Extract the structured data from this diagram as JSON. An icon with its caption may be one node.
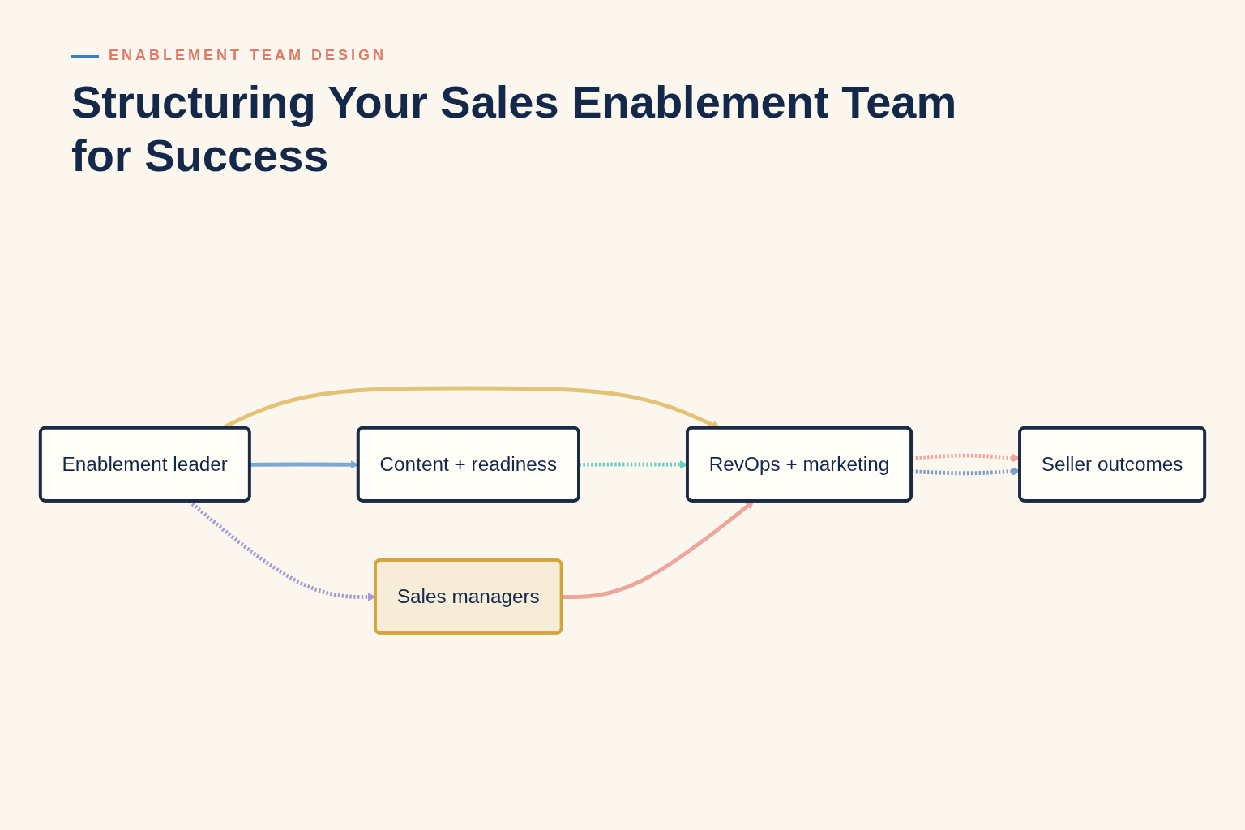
{
  "diagram": {
    "title": "Structuring Your Sales Enablement Team for Success",
    "nodes": [
      {
        "text": [
          "Enablement leader"
        ]
      },
      {
        "text": [
          "Content + readiness"
        ]
      },
      {
        "text": [
          "RevOps + marketing"
        ]
      },
      {
        "text": [
          "Sales managers"
        ]
      },
      {
        "text": [
          "Seller outcomes"
        ]
      }
    ],
    "edges": [
      {
        "from": 0,
        "to": 1,
        "arrow": "to",
        "color": "#7fa8d0"
      },
      {
        "from": 0,
        "to": 2,
        "arrow": "to",
        "color": "#e3c275"
      },
      {
        "from": 0,
        "to": 3,
        "arrow": "to",
        "style": "dashed",
        "color": "#a898d8"
      },
      {
        "from": 1,
        "to": 2,
        "arrow": "to",
        "style": "dashed",
        "color": "#6fcdc0"
      },
      {
        "from": 3,
        "to": 2,
        "arrow": "to",
        "color": "#eea59a"
      },
      {
        "from": 2,
        "to": 4,
        "arrow": "to",
        "style": "dashed",
        "color": "#eea59a"
      },
      {
        "from": 2,
        "to": 4,
        "arrow": "to",
        "style": "dashed",
        "color": "#7f9cc8"
      }
    ],
    "labels": [
      "ENABLEMENT TEAM DESIGN"
    ]
  }
}
